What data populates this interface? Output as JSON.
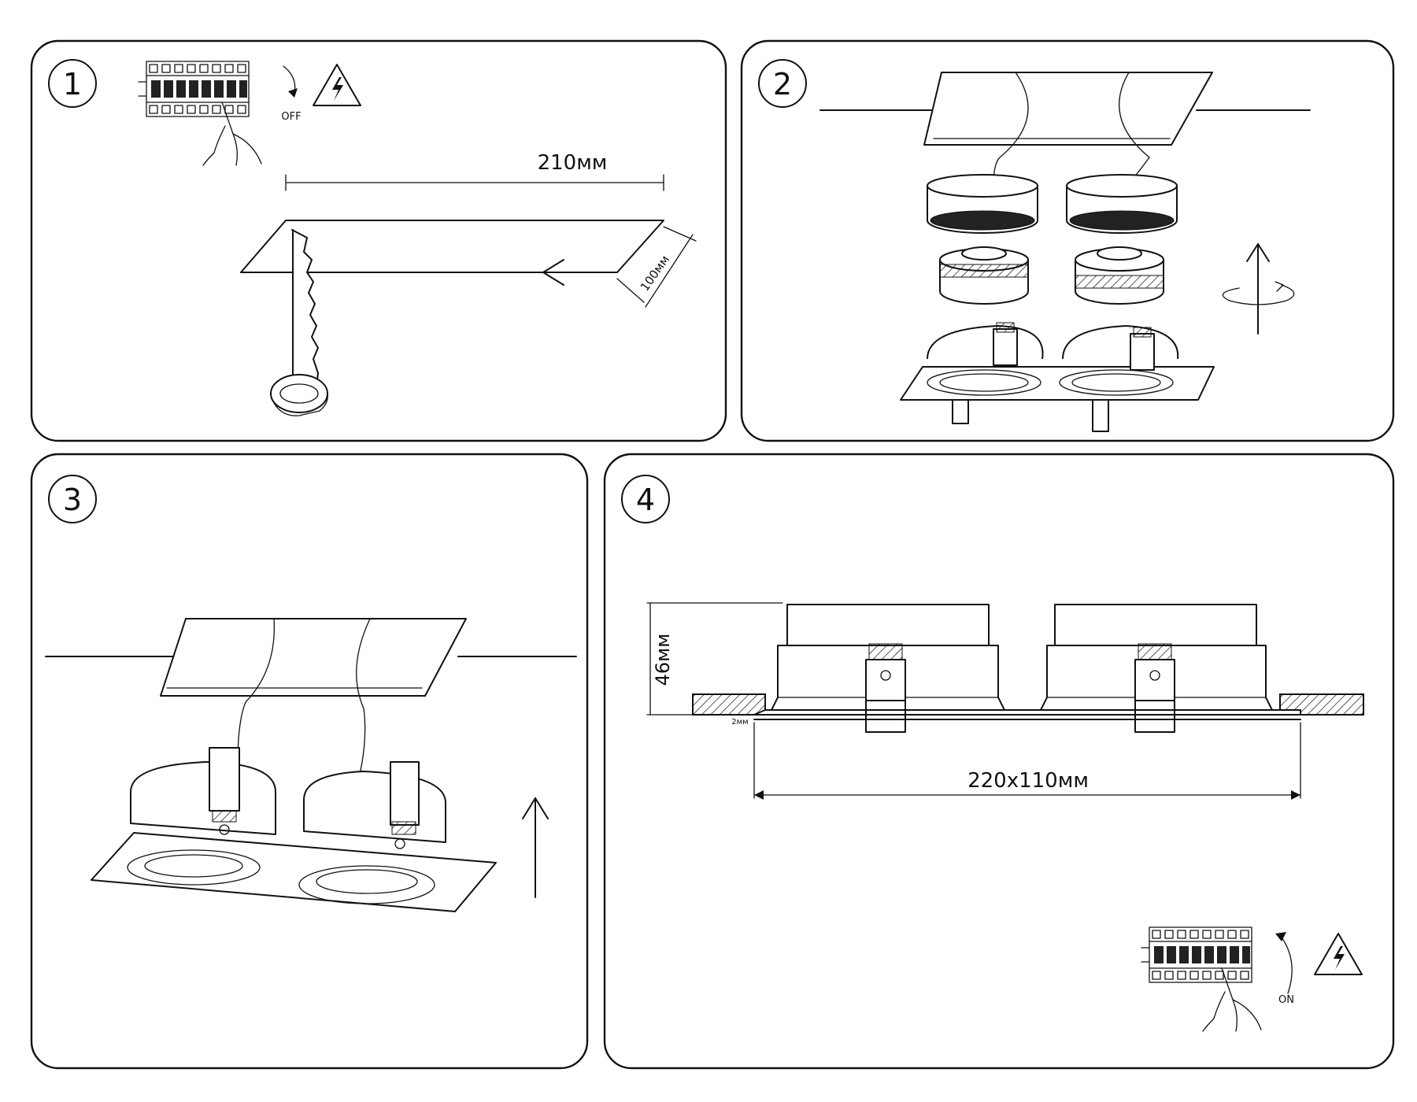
{
  "steps": [
    {
      "number": "1",
      "switch_label": "OFF",
      "dim_width": "210мм",
      "dim_depth": "100мм"
    },
    {
      "number": "2"
    },
    {
      "number": "3"
    },
    {
      "number": "4",
      "switch_label": "ON",
      "dim_height": "46мм",
      "dim_thickness": "2мм",
      "dim_size": "220x110мм"
    }
  ],
  "icons": [
    "breaker-panel-icon",
    "hand-icon",
    "high-voltage-warning-icon",
    "jigsaw-icon",
    "rotate-arrow-icon",
    "up-arrow-icon"
  ]
}
